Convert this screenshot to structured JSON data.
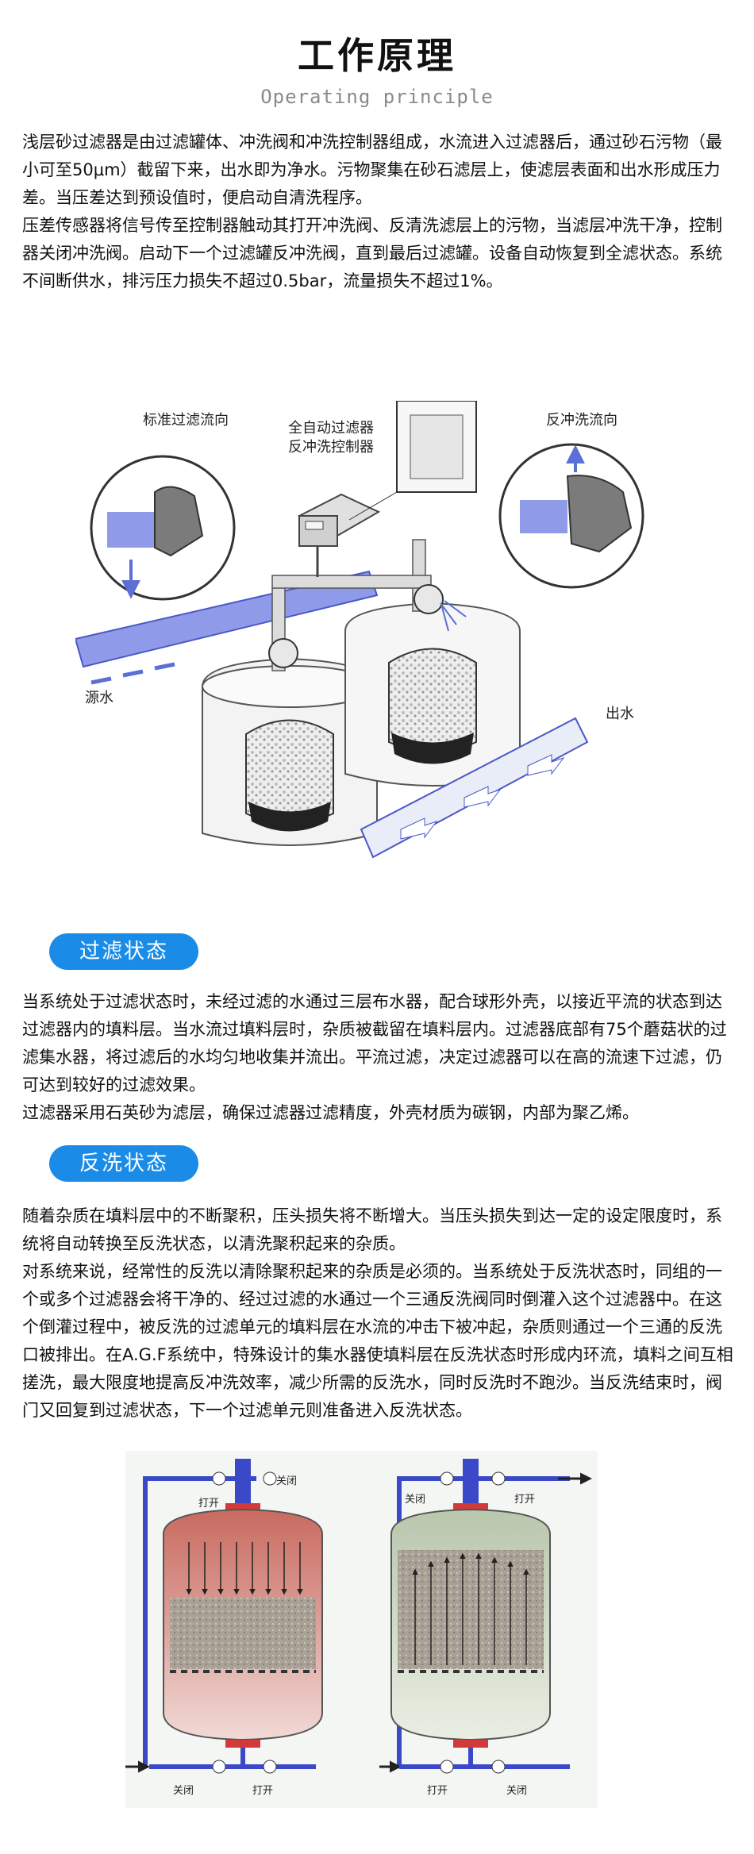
{
  "header": {
    "title": "工作原理",
    "subtitle": "Operating principle"
  },
  "intro": {
    "paragraphs": [
      "浅层砂过滤器是由过滤罐体、冲洗阀和冲洗控制器组成，水流进入过滤器后，通过砂石污物（最小可至50μm）截留下来，出水即为净水。污物聚集在砂石滤层上，使滤层表面和出水形成压力差。当压差达到预设值时，便启动自清洗程序。",
      "压差传感器将信号传至控制器触动其打开冲洗阀、反清洗滤层上的污物，当滤层冲洗干净，控制器关闭冲洗阀。启动下一个过滤罐反冲洗阀，直到最后过滤罐。设备自动恢复到全滤状态。系统不间断供水，排污压力损失不超过0.5bar，流量损失不超过1%。"
    ]
  },
  "diagram1": {
    "label_standard_flow": "标准过滤流向",
    "label_controller_line1": "全自动过滤器",
    "label_controller_line2": "反冲洗控制器",
    "label_backwash_flow": "反冲洗流向",
    "label_source": "源水",
    "label_outlet": "出水"
  },
  "section_filter": {
    "badge": "过滤状态",
    "paragraphs": [
      "当系统处于过滤状态时，未经过滤的水通过三层布水器，配合球形外壳，以接近平流的状态到达过滤器内的填料层。当水流过填料层时，杂质被截留在填料层内。过滤器底部有75个蘑菇状的过滤集水器，将过滤后的水均匀地收集并流出。平流过滤，决定过滤器可以在高的流速下过滤，仍可达到较好的过滤效果。",
      "过滤器采用石英砂为滤层，确保过滤器过滤精度，外壳材质为碳钢，内部为聚乙烯。"
    ]
  },
  "section_backwash": {
    "badge": "反洗状态",
    "paragraphs": [
      "随着杂质在填料层中的不断聚积，压头损失将不断增大。当压头损失到达一定的设定限度时，系统将自动转换至反洗状态，以清洗聚积起来的杂质。",
      "对系统来说，经常性的反洗以清除聚积起来的杂质是必须的。当系统处于反洗状态时，同组的一个或多个过滤器会将干净的、经过过滤的水通过一个三通反洗阀同时倒灌入这个过滤器中。在这个倒灌过程中，被反洗的过滤单元的填料层在水流的冲击下被冲起，杂质则通过一个三通的反洗口被排出。在A.G.F系统中，特殊设计的集水器使填料层在反洗状态时形成内环流，填料之间互相搓洗，最大限度地提高反冲洗效率，减少所需的反洗水，同时反洗时不跑沙。当反洗结束时，阀门又回复到过滤状态，下一个过滤单元则准备进入反洗状态。"
    ]
  },
  "diagram2": {
    "left": {
      "top_open": "打开",
      "top_closed": "关闭",
      "bottom_closed": "关闭",
      "bottom_open": "打开"
    },
    "right": {
      "top_closed": "关闭",
      "top_open": "打开",
      "bottom_open": "打开",
      "bottom_closed": "关闭"
    }
  },
  "colors": {
    "accent_blue": "#1a8ce8",
    "pipe_blue": "#3b49c8",
    "valve_red": "#d23a3a",
    "media_gray": "#a79e92"
  }
}
